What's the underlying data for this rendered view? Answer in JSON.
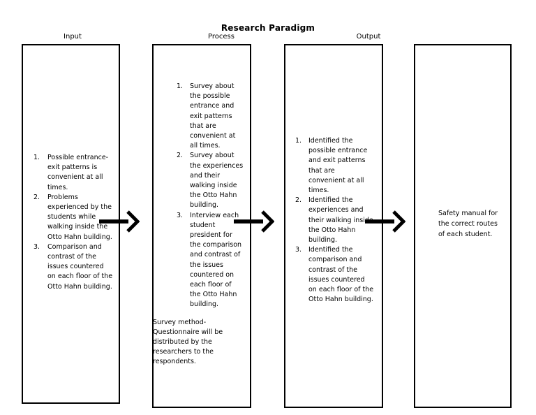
{
  "title": "Research Paradigm",
  "colors": {
    "ink": "#000000",
    "paper": "#ffffff"
  },
  "arrow_icon": "thick-right-chevron-arrow",
  "input": {
    "label": "Input",
    "items": [
      {
        "num": "1.",
        "text": "Possible entrance-\nexit patterns is\nconvenient at all\ntimes."
      },
      {
        "num": "2.",
        "text": "Problems\nexperienced by the\nstudents while\nwalking inside the\nOtto Hahn building."
      },
      {
        "num": "3.",
        "text": "Comparison and\ncontrast of the\nissues countered\non each floor of the\nOtto Hahn building."
      }
    ]
  },
  "process": {
    "label": "Process",
    "items": [
      {
        "num": "1.",
        "text": "Survey about\nthe possible\nentrance and\nexit patterns\nthat are\nconvenient at\nall times."
      },
      {
        "num": "2.",
        "text": "Survey about\nthe experiences\nand their\nwalking inside\nthe Otto Hahn\nbuilding."
      },
      {
        "num": "3.",
        "text": "Interview each\nstudent\npresident for\nthe comparison\nand contrast of\nthe issues\ncountered on\neach floor of\nthe Otto Hahn\nbuilding."
      }
    ],
    "note": "Survey method-\nQuestionnaire will be\ndistributed by the\nresearchers to the\nrespondents."
  },
  "output": {
    "label": "Output",
    "items": [
      {
        "num": "1.",
        "text": "Identified the\npossible entrance\nand exit patterns\nthat are\nconvenient at all\ntimes."
      },
      {
        "num": "2.",
        "text": "Identified the\nexperiences and\ntheir walking inside\nthe Otto Hahn\nbuilding."
      },
      {
        "num": "3.",
        "text": "Identified the\ncomparison and\ncontrast of the\nissues countered\non each floor of the\nOtto Hahn building."
      }
    ]
  },
  "result": {
    "text": "Safety manual for\nthe correct routes\nof each student."
  }
}
